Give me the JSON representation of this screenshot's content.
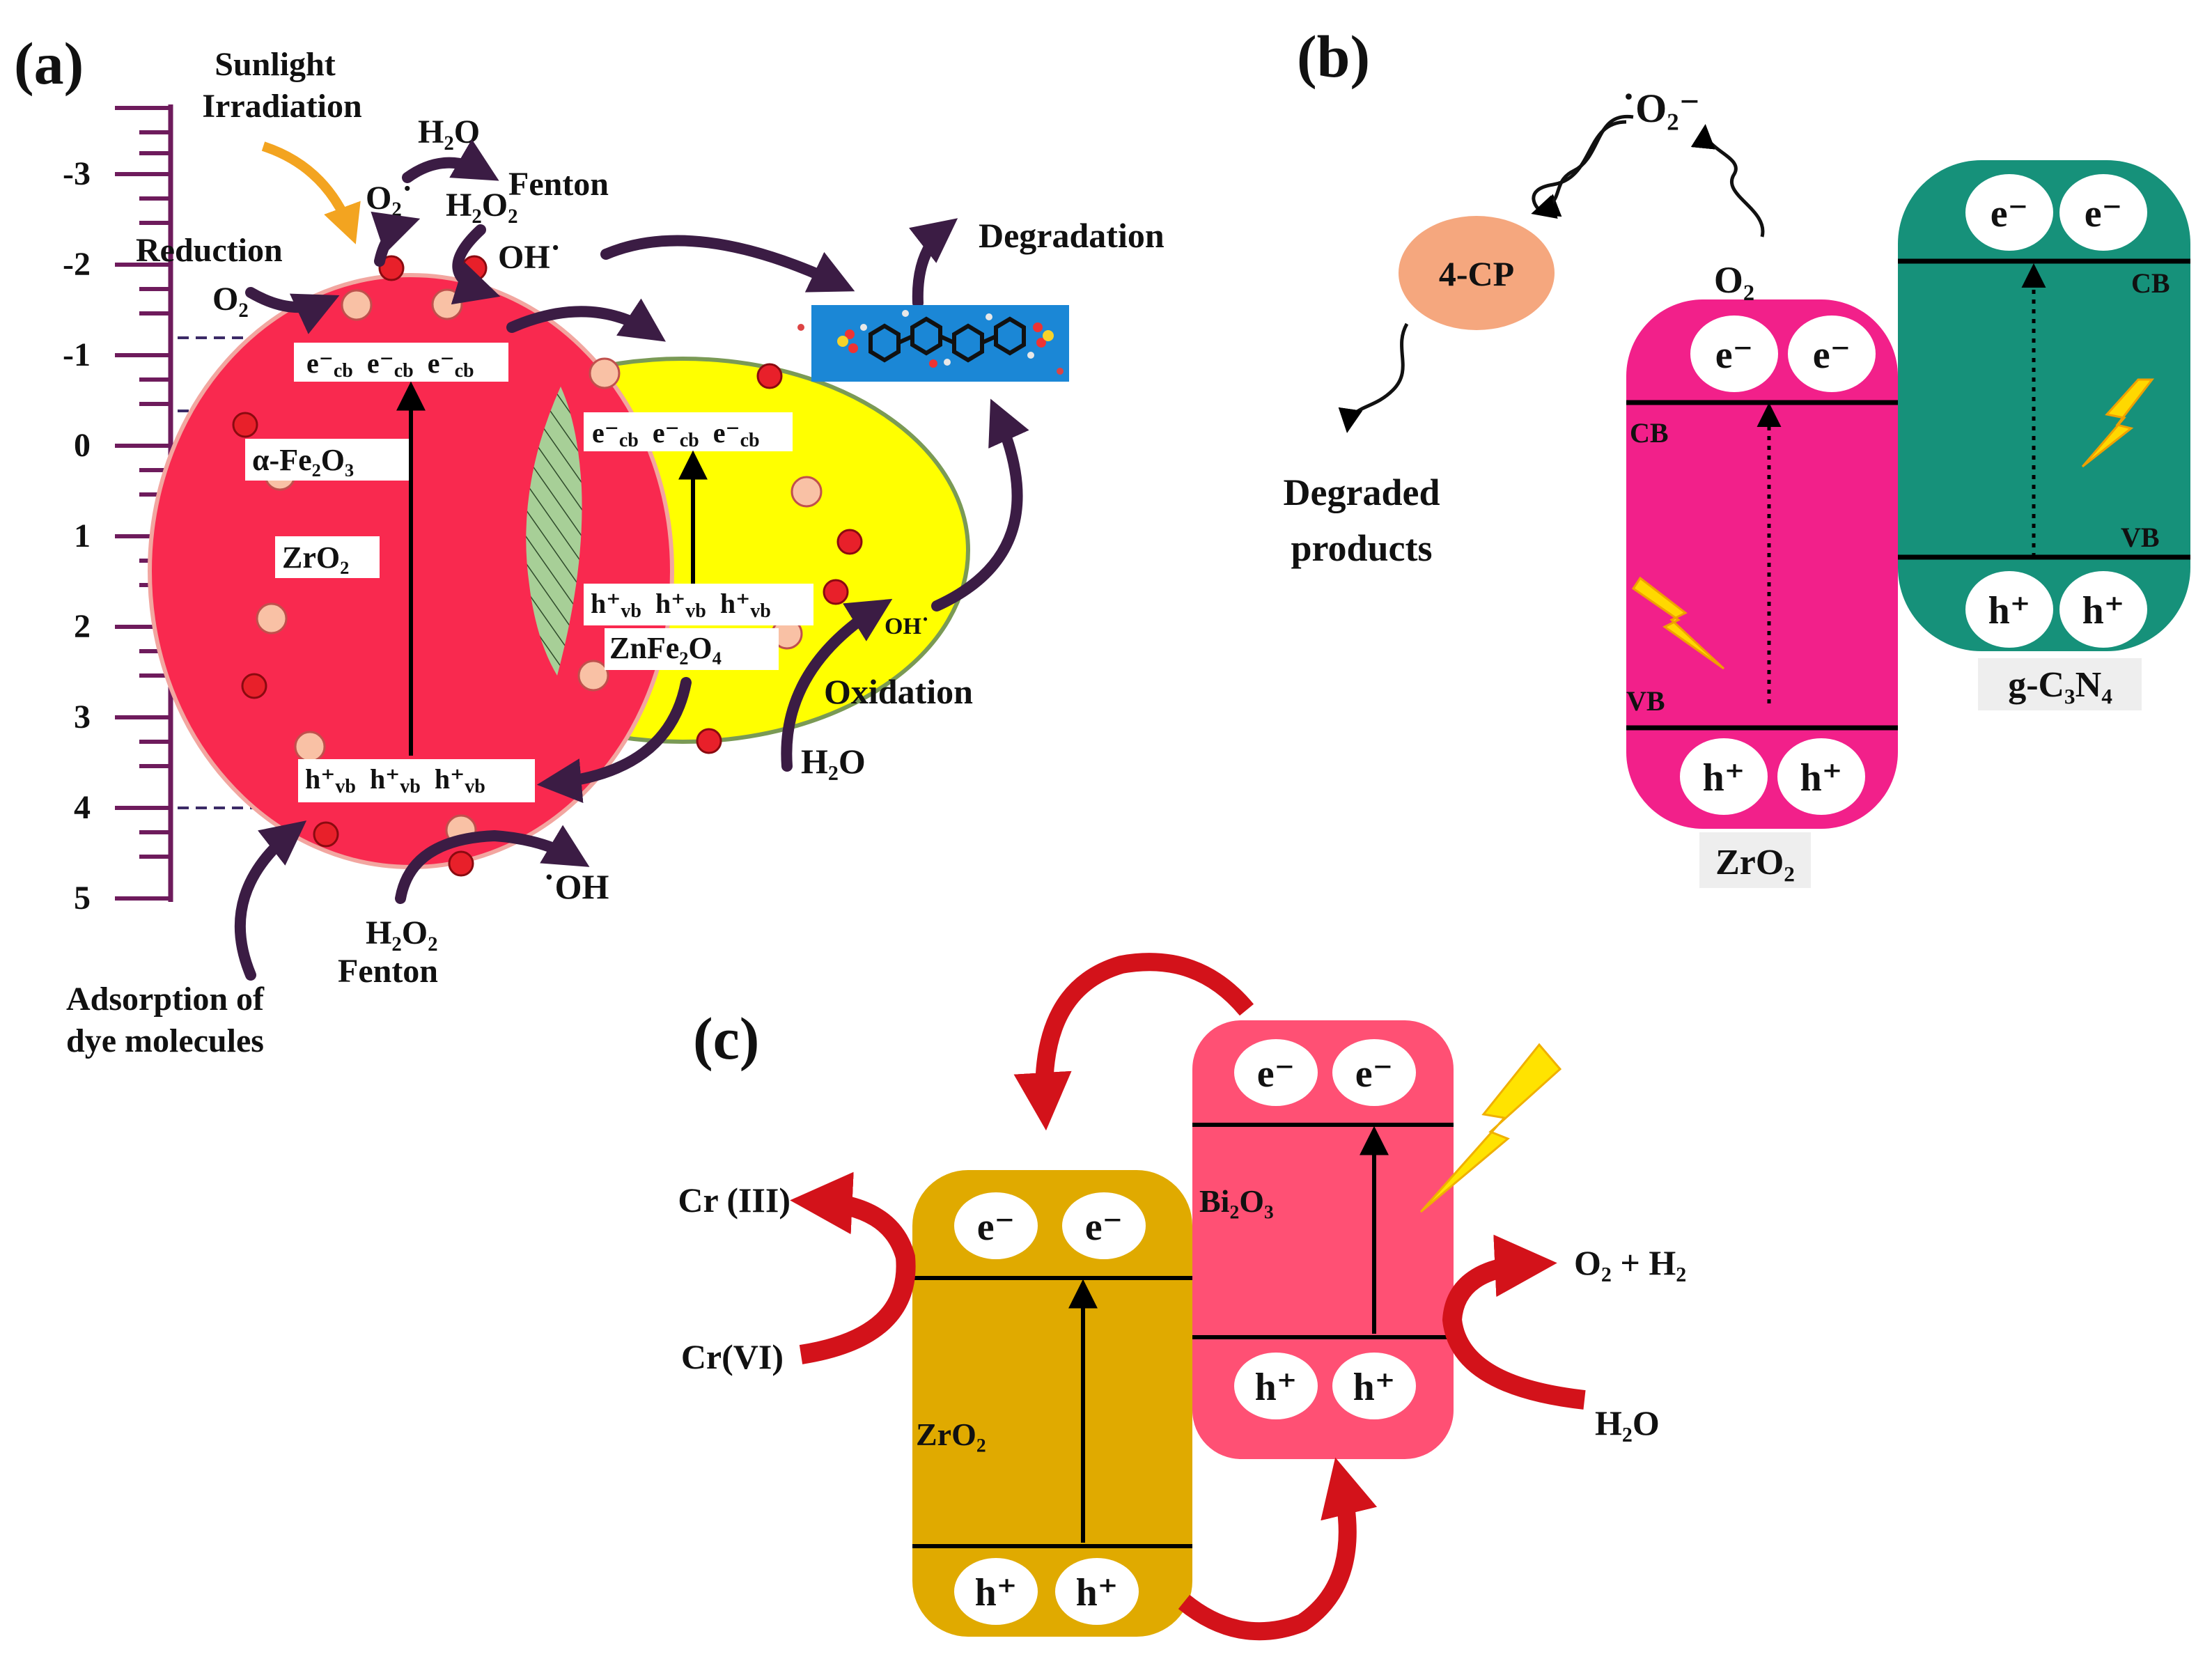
{
  "panel_a": {
    "label": "(a)",
    "axis_ticks": [
      "-3",
      "-2",
      "-1",
      "0",
      "1",
      "2",
      "3",
      "4",
      "5"
    ],
    "sunlight": [
      "Sunlight",
      "Irradiation"
    ],
    "h2o_top": "H₂O",
    "o2_radical": "O₂˙",
    "fenton_top": "Fenton",
    "h2o2_top": "H₂O₂",
    "oh_top": "OH˙",
    "reduction": "Reduction",
    "o2": "O₂",
    "degradation": "Degradation",
    "ecb_left": [
      "e⁻",
      "cb",
      "e⁻",
      "cb",
      "e⁻",
      "cb"
    ],
    "fe2o3": "α-Fe₂O₃",
    "zro2": "ZrO₂",
    "ecb_right": [
      "e⁻",
      "cb",
      "e⁻",
      "cb",
      "e⁻",
      "cb"
    ],
    "hvb_right": [
      "h⁺",
      "vb",
      "h⁺",
      "vb",
      "h⁺",
      "vb"
    ],
    "znfe2o4": "ZnFe₂O₄",
    "oh_right": "OH˙",
    "oxidation": "Oxidation",
    "h2o_right": "H₂O",
    "hvb_left": [
      "h⁺",
      "vb",
      "h⁺",
      "vb",
      "h⁺",
      "vb"
    ],
    "oh_bottom": "˙OH",
    "h2o2_bottom": "H₂O₂",
    "fenton_bottom": "Fenton",
    "adsorption": [
      "Adsorption of",
      "dye molecules"
    ]
  },
  "panel_b": {
    "label": "(b)",
    "superoxide": "˙O₂⁻",
    "four_cp": "4-CP",
    "o2": "O₂",
    "degraded": [
      "Degraded",
      "products"
    ],
    "e": "e⁻",
    "h": "h⁺",
    "cb": "CB",
    "vb": "VB",
    "zro2": "ZrO₂",
    "gc3n4": "g-C₃N₄",
    "colors": {
      "zro2": "#f2208a",
      "gc3n4": "#16917a",
      "four_cp": "#f5a77e"
    }
  },
  "panel_c": {
    "label": "(c)",
    "e": "e⁻",
    "h": "h⁺",
    "bi2o3": "Bi₂O₃",
    "zro2": "ZrO₂",
    "cr3": "Cr (III)",
    "cr6": "Cr(VI)",
    "o2h2": "O₂ + H₂",
    "h2o": "H₂O",
    "colors": {
      "zro2": "#e0aa00",
      "bi2o3": "#ff5074",
      "arrow": "#d3121a"
    }
  }
}
